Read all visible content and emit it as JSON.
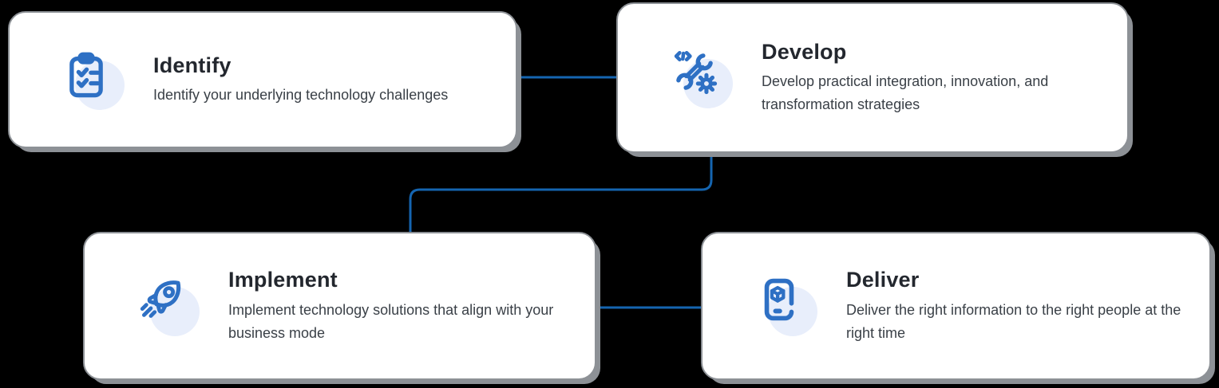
{
  "diagram": {
    "type": "process-flow",
    "background_color": "#000000",
    "connector_color": "#1565b0",
    "card_background": "#ffffff",
    "card_border_color": "#8d9196",
    "icon_color": "#2e70c4",
    "icon_circle_color": "#e8eefb",
    "title_color": "#23272e",
    "description_color": "#3a4047"
  },
  "cards": [
    {
      "id": "identify",
      "title": "Identify",
      "description": "Identify your underlying technology challenges",
      "icon": "clipboard-checklist-icon"
    },
    {
      "id": "develop",
      "title": "Develop",
      "description": "Develop practical integration, innovation, and transformation strategies",
      "icon": "wrench-code-gear-icon"
    },
    {
      "id": "implement",
      "title": "Implement",
      "description": "Implement technology solutions that align with your business mode",
      "icon": "rocket-icon"
    },
    {
      "id": "deliver",
      "title": "Deliver",
      "description": "Deliver the right information to the right people at the right time",
      "icon": "smartphone-cube-icon"
    }
  ],
  "connectors": [
    {
      "from": "identify",
      "to": "develop",
      "shape": "horizontal"
    },
    {
      "from": "develop",
      "to": "implement",
      "shape": "elbow-down-left-down"
    },
    {
      "from": "implement",
      "to": "deliver",
      "shape": "horizontal"
    }
  ]
}
